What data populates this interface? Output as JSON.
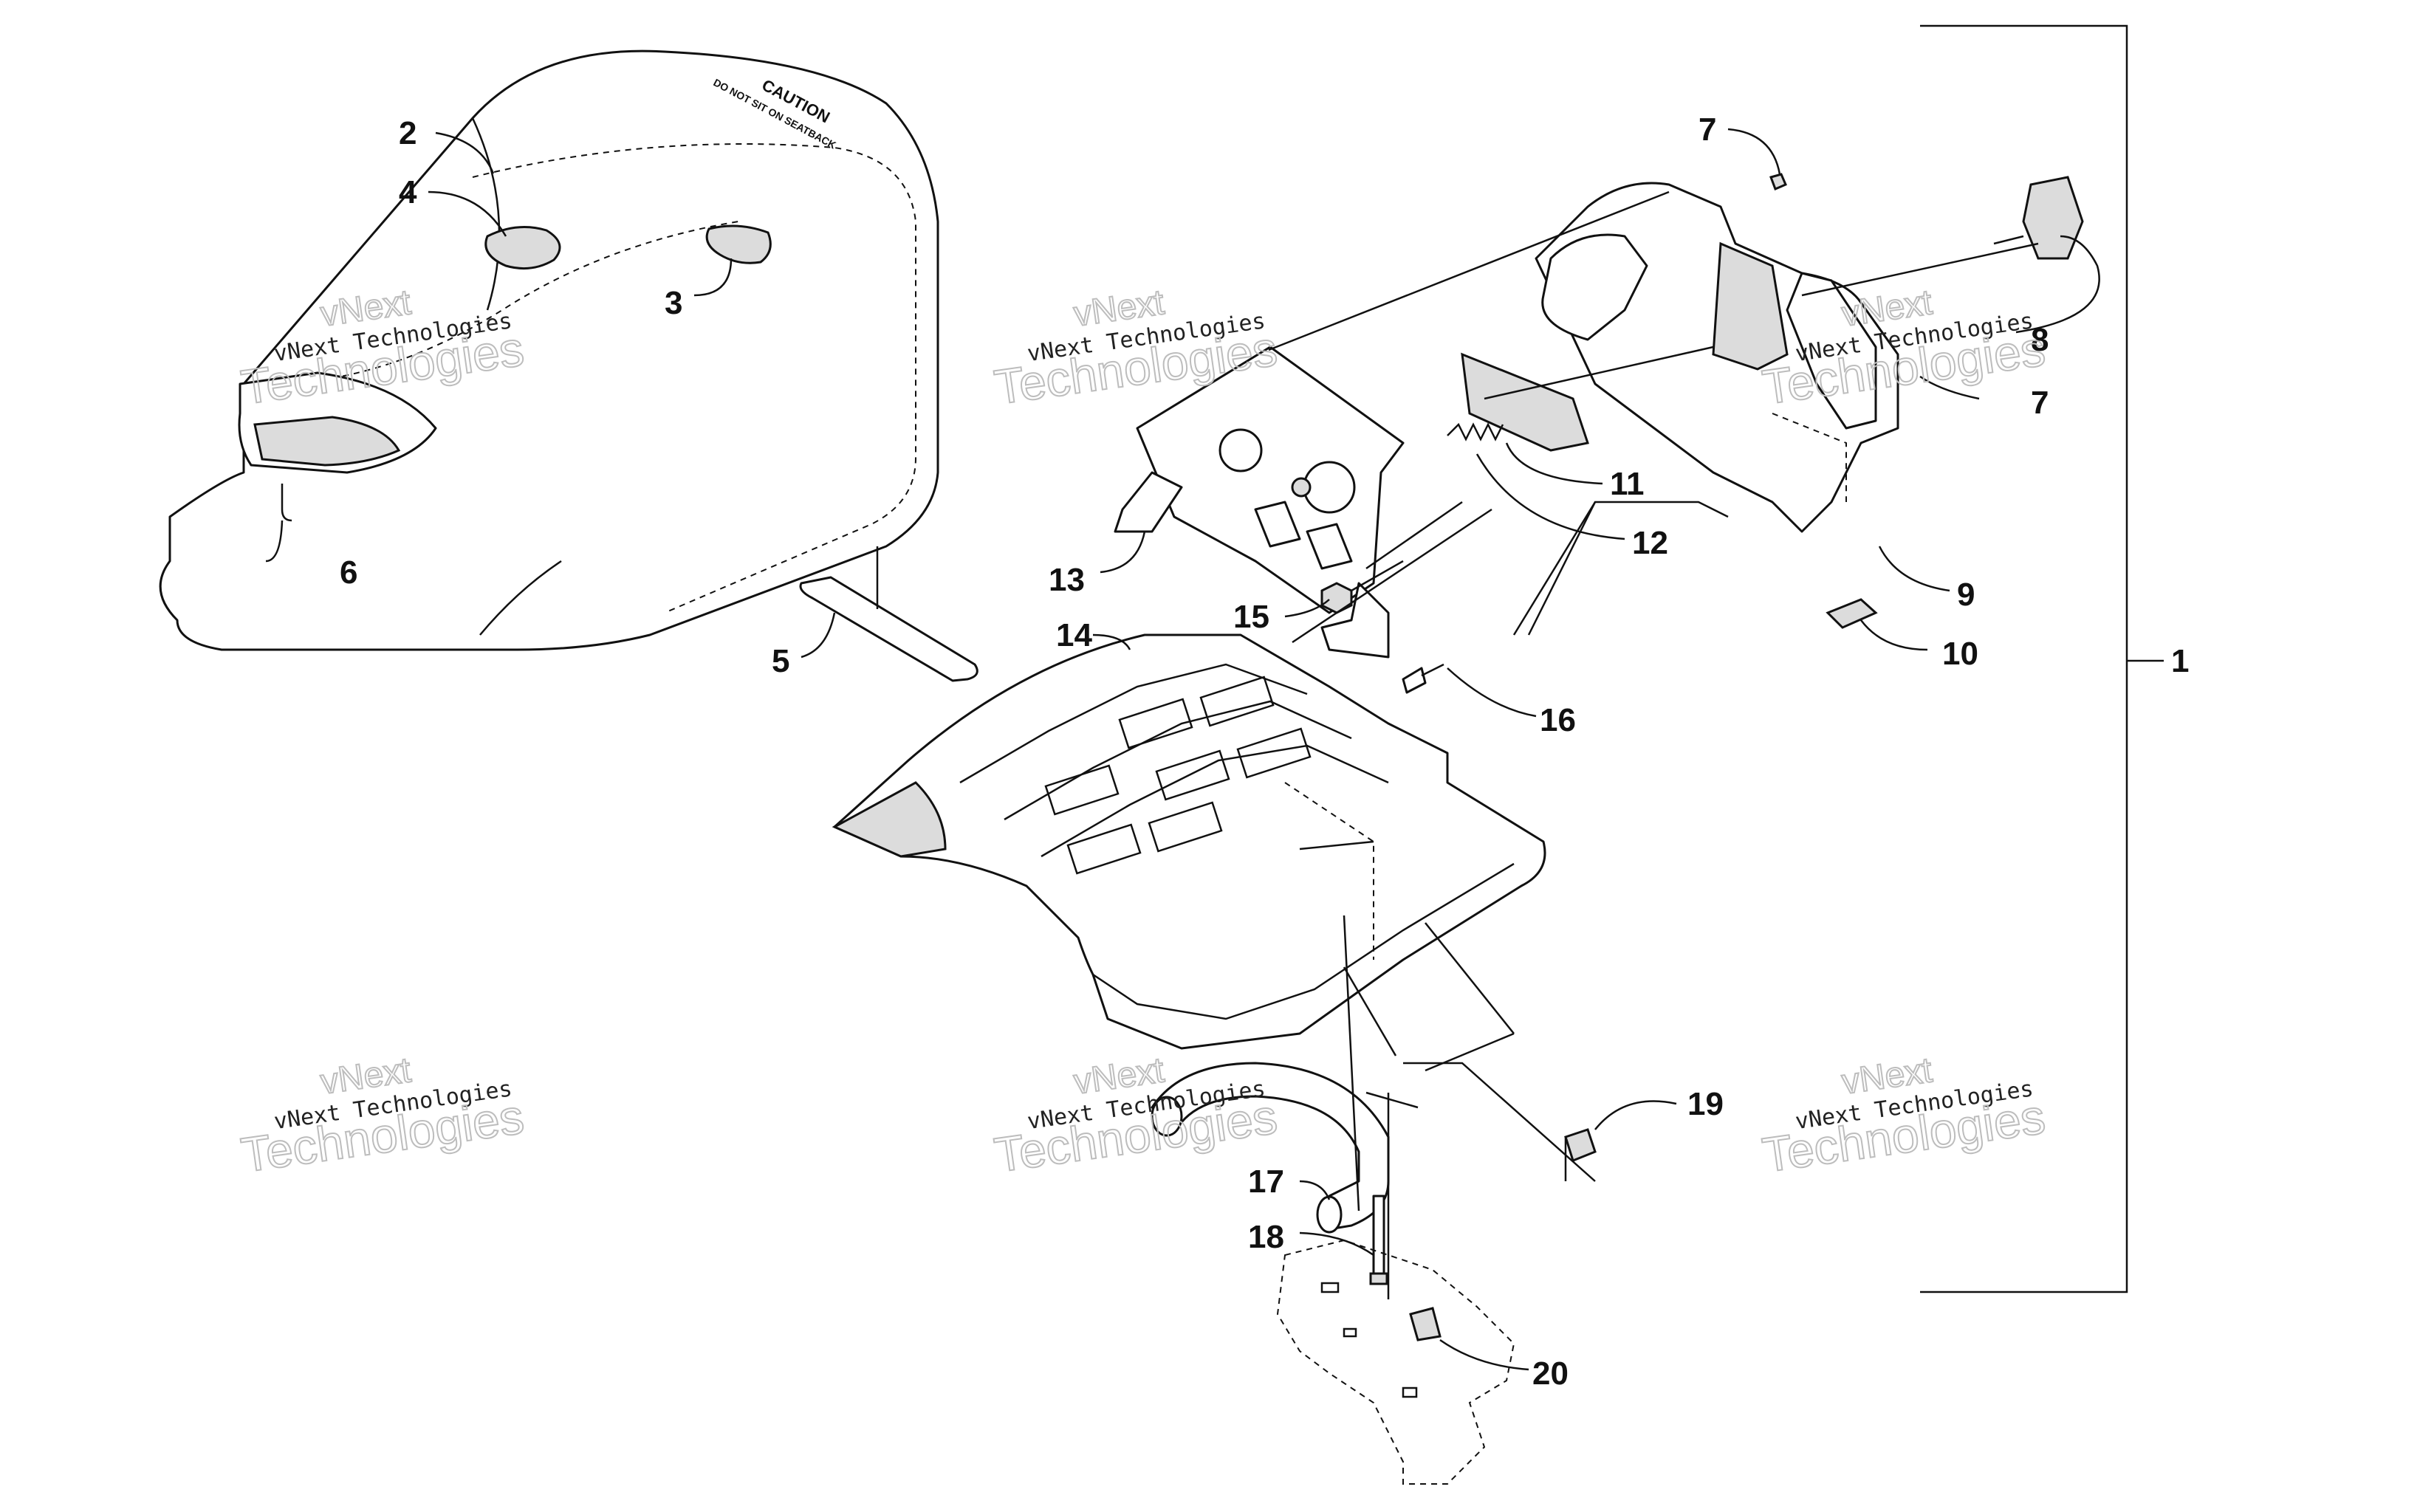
{
  "seat_label": {
    "caution": "CAUTION",
    "warning": "DO NOT SIT ON SEATBACK"
  },
  "watermark": {
    "line1": "vNext",
    "line2": "vNext Technologies",
    "line3": "Technologies"
  },
  "callouts": {
    "c1": "1",
    "c2": "2",
    "c3": "3",
    "c4": "4",
    "c5": "5",
    "c6": "6",
    "c7a": "7",
    "c7b": "7",
    "c8": "8",
    "c9": "9",
    "c10": "10",
    "c11": "11",
    "c12": "12",
    "c13": "13",
    "c14": "14",
    "c15": "15",
    "c16": "16",
    "c17": "17",
    "c18": "18",
    "c19": "19",
    "c20": "20"
  }
}
